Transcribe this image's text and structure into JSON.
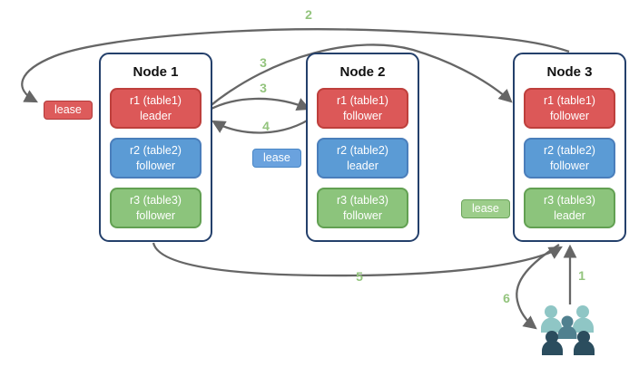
{
  "nodes": [
    {
      "title": "Node 1",
      "replicas": [
        {
          "label": "r1 (table1)",
          "role": "leader",
          "color": "red"
        },
        {
          "label": "r2 (table2)",
          "role": "follower",
          "color": "blue"
        },
        {
          "label": "r3 (table3)",
          "role": "follower",
          "color": "green"
        }
      ]
    },
    {
      "title": "Node 2",
      "replicas": [
        {
          "label": "r1 (table1)",
          "role": "follower",
          "color": "red"
        },
        {
          "label": "r2 (table2)",
          "role": "leader",
          "color": "blue"
        },
        {
          "label": "r3 (table3)",
          "role": "follower",
          "color": "green"
        }
      ]
    },
    {
      "title": "Node 3",
      "replicas": [
        {
          "label": "r1 (table1)",
          "role": "follower",
          "color": "red"
        },
        {
          "label": "r2 (table2)",
          "role": "follower",
          "color": "blue"
        },
        {
          "label": "r3 (table3)",
          "role": "leader",
          "color": "green"
        }
      ]
    }
  ],
  "leases": {
    "red": {
      "label": "lease",
      "color": "#DD5B5B"
    },
    "blue": {
      "label": "lease",
      "color": "#6AA2DE"
    },
    "green": {
      "label": "lease",
      "color": "#9CCD8A"
    }
  },
  "steps": {
    "s1": "1",
    "s2": "2",
    "s3a": "3",
    "s3b": "3",
    "s4": "4",
    "s5": "5",
    "s6": "6"
  },
  "icons": {
    "users_group": "users-group-icon"
  },
  "colors": {
    "replica_red": "#DC5858",
    "replica_red_border": "#BE3F3C",
    "replica_blue": "#5B9BD5",
    "replica_blue_border": "#4A7EBB",
    "replica_green": "#8CC47C",
    "replica_green_border": "#62A052",
    "node_border": "#24406B",
    "arrow": "#666666",
    "step_label": "#93C47D",
    "users_light": "#8FC6C5",
    "users_medium": "#50808F",
    "users_dark": "#2B4D5E"
  }
}
